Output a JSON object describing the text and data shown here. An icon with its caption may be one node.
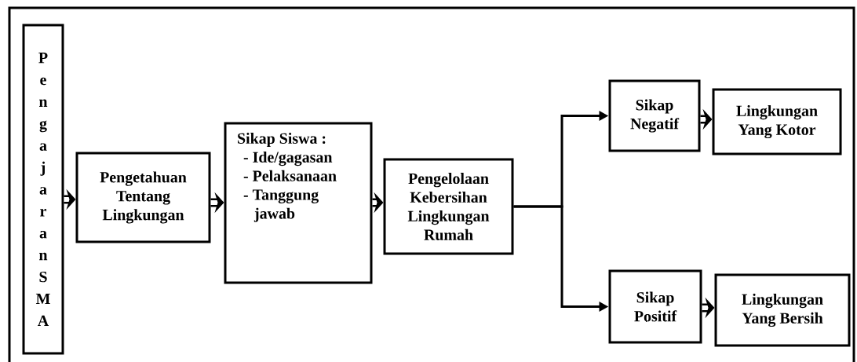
{
  "diagram": {
    "nodes": [
      {
        "text": [
          "Pengajaran SMA"
        ]
      },
      {
        "text": [
          "Pengetahuan Tentang Lingkungan"
        ]
      },
      {
        "text": [
          "Sikap Siswa :",
          "- Ide/gagasan",
          "- Pelaksanaan",
          "- Tanggung jawab"
        ]
      },
      {
        "text": [
          "Pengelolaan Kebersihan Lingkungan Rumah"
        ]
      },
      {
        "text": [
          "Sikap Negatif"
        ]
      },
      {
        "text": [
          "Lingkungan Yang Kotor"
        ]
      },
      {
        "text": [
          "Sikap Positif"
        ]
      },
      {
        "text": [
          "Lingkungan Yang Bersih"
        ]
      }
    ],
    "edges": [
      {
        "from": 0,
        "to": 1,
        "arrow": "to"
      },
      {
        "from": 1,
        "to": 2,
        "arrow": "to"
      },
      {
        "from": 2,
        "to": 3,
        "arrow": "to"
      },
      {
        "from": 3,
        "to": 4,
        "arrow": "to"
      },
      {
        "from": 3,
        "to": 6,
        "arrow": "to"
      },
      {
        "from": 4,
        "to": 5,
        "arrow": "to"
      },
      {
        "from": 6,
        "to": 7,
        "arrow": "to"
      }
    ]
  }
}
